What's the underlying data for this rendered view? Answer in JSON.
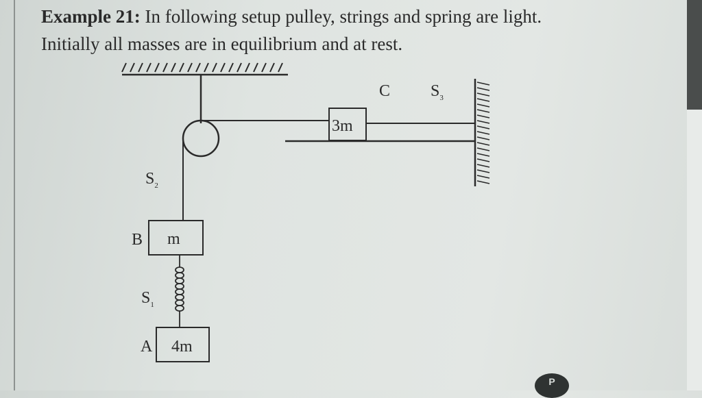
{
  "problem": {
    "title": "Example 21:",
    "statement": "In following setup pulley, strings and spring are light. Initially all masses are in equilibrium and at rest."
  },
  "diagram": {
    "labels": {
      "block_c_mass": "3m",
      "point_c": "C",
      "spring_s3": "S",
      "spring_s3_sub": "3",
      "string_s2": "S",
      "string_s2_sub": "2",
      "point_b": "B",
      "block_b_mass": "m",
      "spring_s1": "S",
      "spring_s1_sub": "1",
      "point_a": "A",
      "block_a_mass": "4m"
    }
  },
  "corner_icon": {
    "text": "P"
  }
}
